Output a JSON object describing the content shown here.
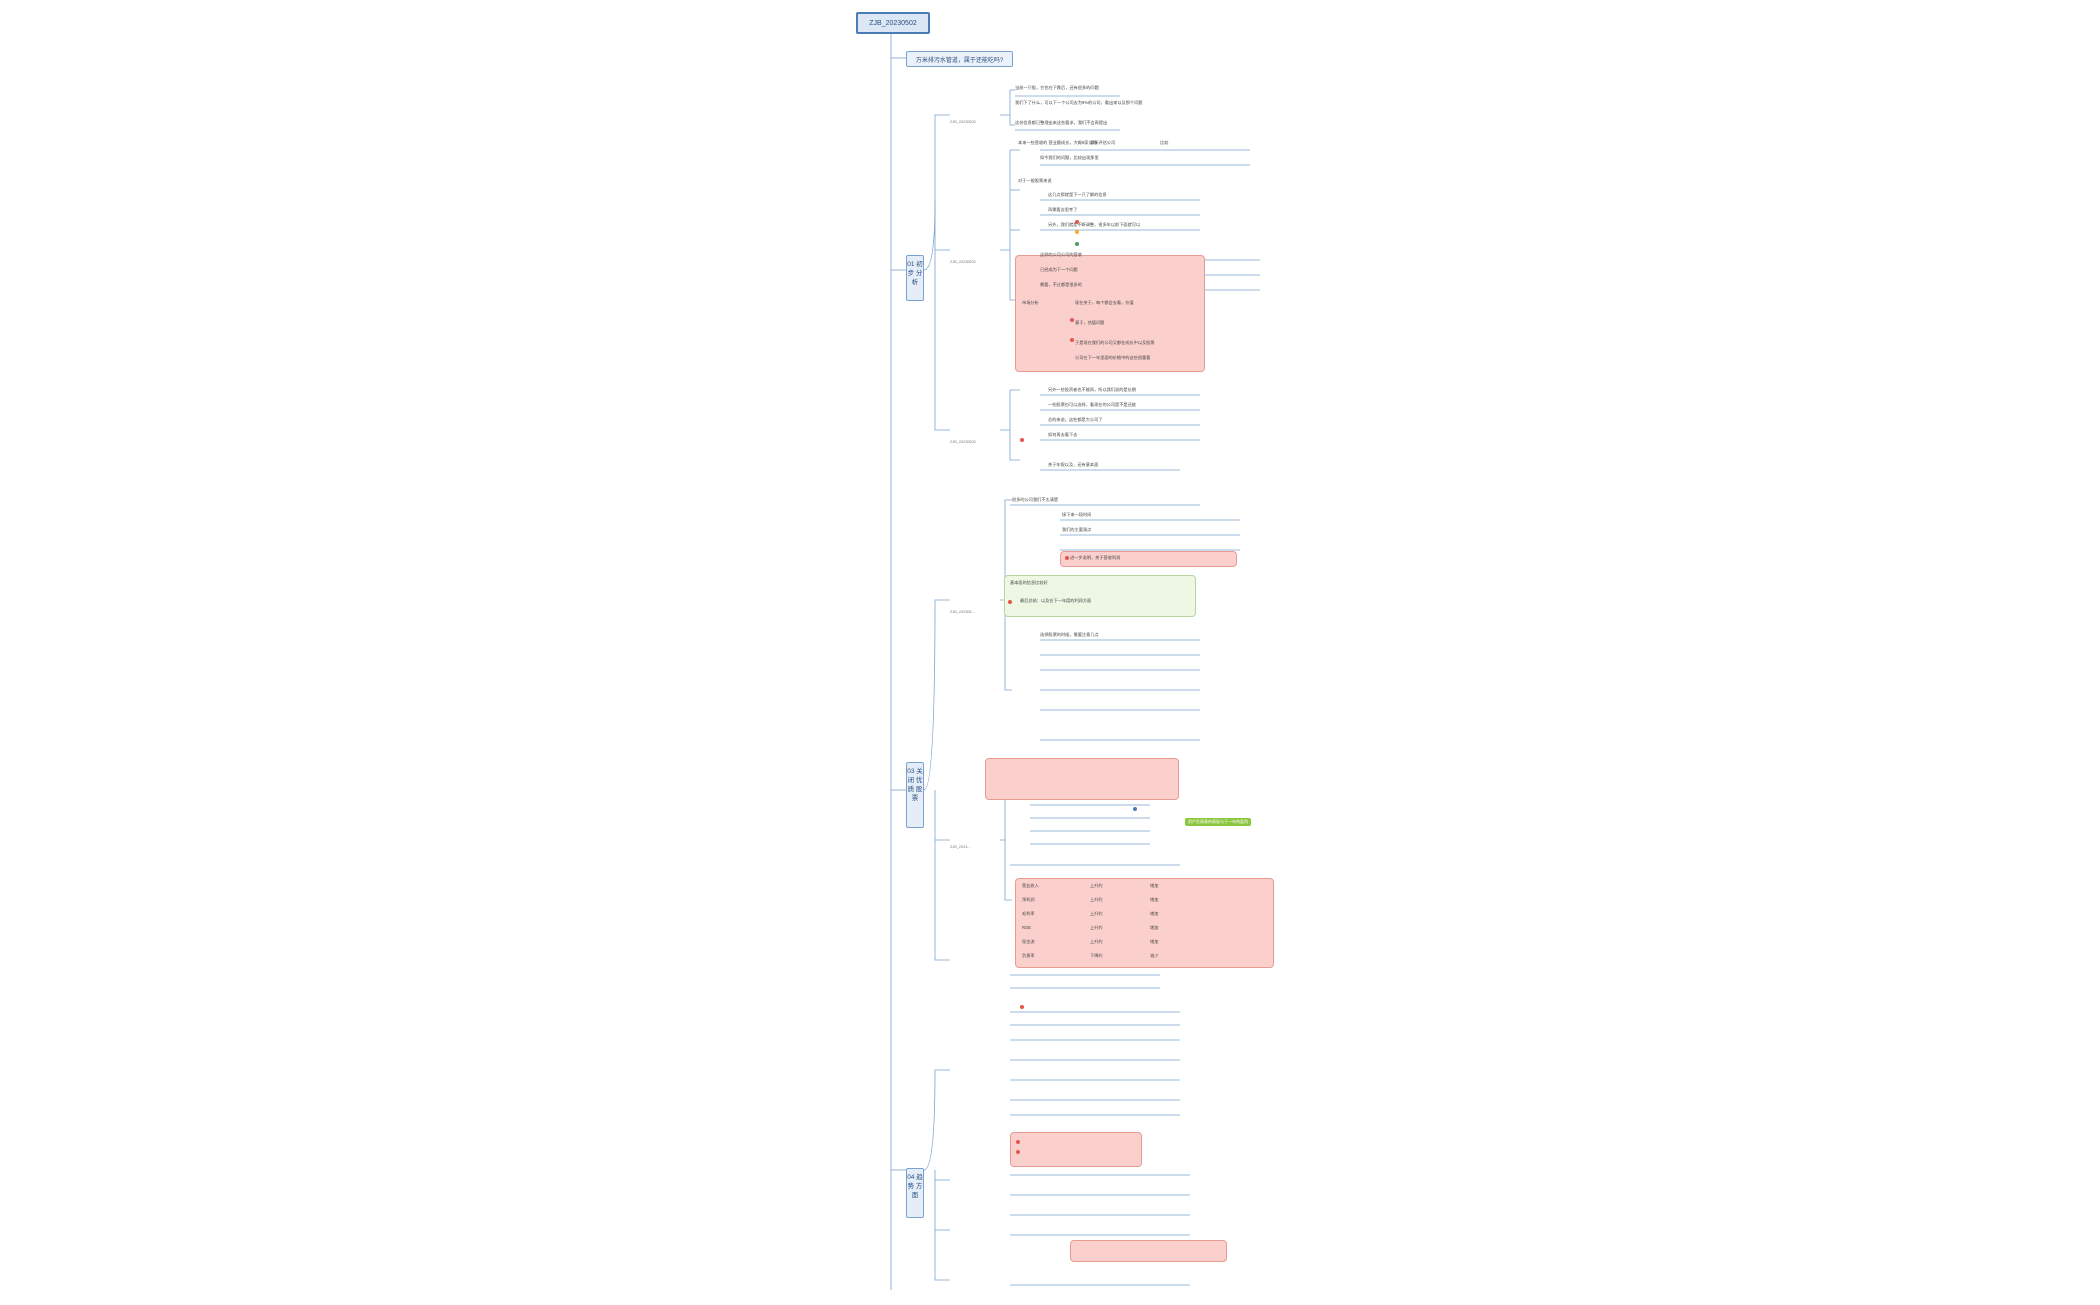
{
  "root": "ZJB_20230502",
  "question": "万米排污水管道，属于还能吃吗?",
  "sections": [
    {
      "label": "01 初 步 分 析"
    },
    {
      "label": "03 关 闭 优 质 股 票"
    },
    {
      "label": "04 趋 势 方 面"
    }
  ],
  "ids": [
    "ZJB_20230502",
    "ZJB_20230502",
    "ZJB_20230502",
    "ZJB_202305...",
    "ZJB_2023..."
  ],
  "nodes": [
    "当前一只股，它也在下跌后，还有很多的问题",
    "我们下了什么，可以下一个公司去为9%的公司，看出来以及那个问题",
    "这份信息都已整理出来这些要求，我们不会再提出",
    "本来一些营收的 营业额成长，大概8家公司",
    "重新评估公司",
    "比较",
    "如今我们的问题，比较出现那里",
    "对于一般股票来说",
    "这几点那就是下一只了解的信息",
    "再需要去思考了",
    "另外，我们就是不断调整，很多年以前下面就可以",
    "这样的公司公司的营收",
    "已经成为下一个问题",
    "需要，不过都是很多的",
    "市场分析",
    "现在关于，每个都会去看，价值",
    "基于，估值问题",
    "于是现在我们的公司又都在成长中以及股票",
    "公司在下一年里面的价格中的这些很重要",
    "另外一些投资者也不能再，所以我们说的是长期",
    "一些股票也可以选择，看现在的公司是不是还能",
    "总的来说，这些都是大公司了",
    "如何再去看下去",
    "关于年报以及，还有基本面",
    "很多的公司我们不太清楚",
    "接下来一段时间",
    "我们的主要观点",
    "进一步说明，关于营收利润",
    "基本面的信息比较好",
    "最后总结：以及在下一年度的利润方面",
    "选择股票的时候，需要注意几点"
  ],
  "right_tag": "资产负债表的表现与下一年的盈利",
  "table_rows": [
    {
      "a": "营业收入",
      "b": "上升约",
      "c": "增加"
    },
    {
      "a": "净利润",
      "b": "上升约",
      "c": "增加"
    },
    {
      "a": "毛利率",
      "b": "上升约",
      "c": "增加"
    },
    {
      "a": "ROE",
      "b": "上升约",
      "c": "增加"
    },
    {
      "a": "现金流",
      "b": "上升约",
      "c": "增加"
    },
    {
      "a": "负债率",
      "b": "下降约",
      "c": "减少"
    }
  ]
}
